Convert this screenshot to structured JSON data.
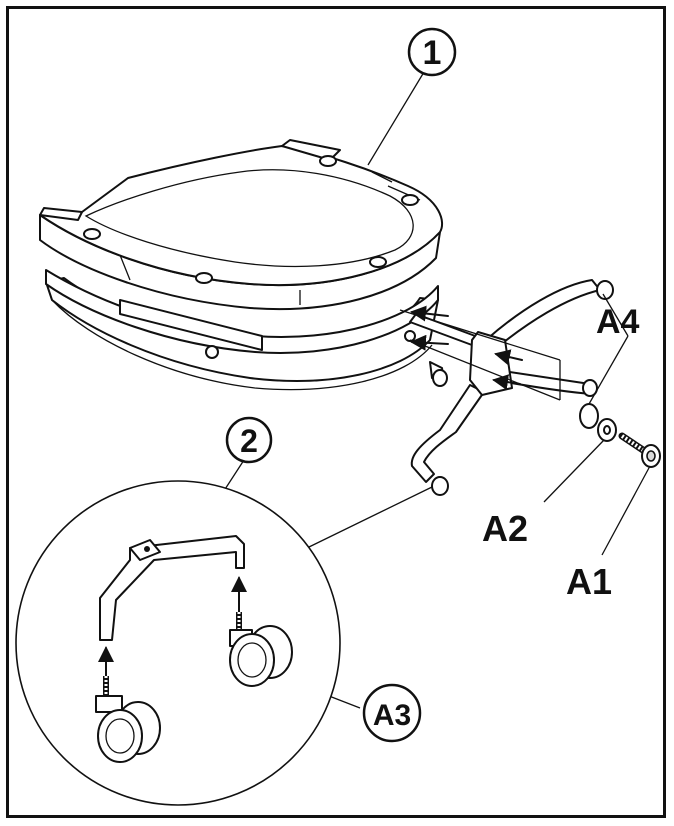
{
  "diagram": {
    "callouts": {
      "part_1": "1",
      "part_2": "2",
      "part_a1": "A1",
      "part_a2": "A2",
      "part_a3": "A3",
      "part_a4": "A4"
    },
    "colors": {
      "ink": "#111111",
      "paper": "#ffffff",
      "shade": "#d9d9d9"
    }
  }
}
